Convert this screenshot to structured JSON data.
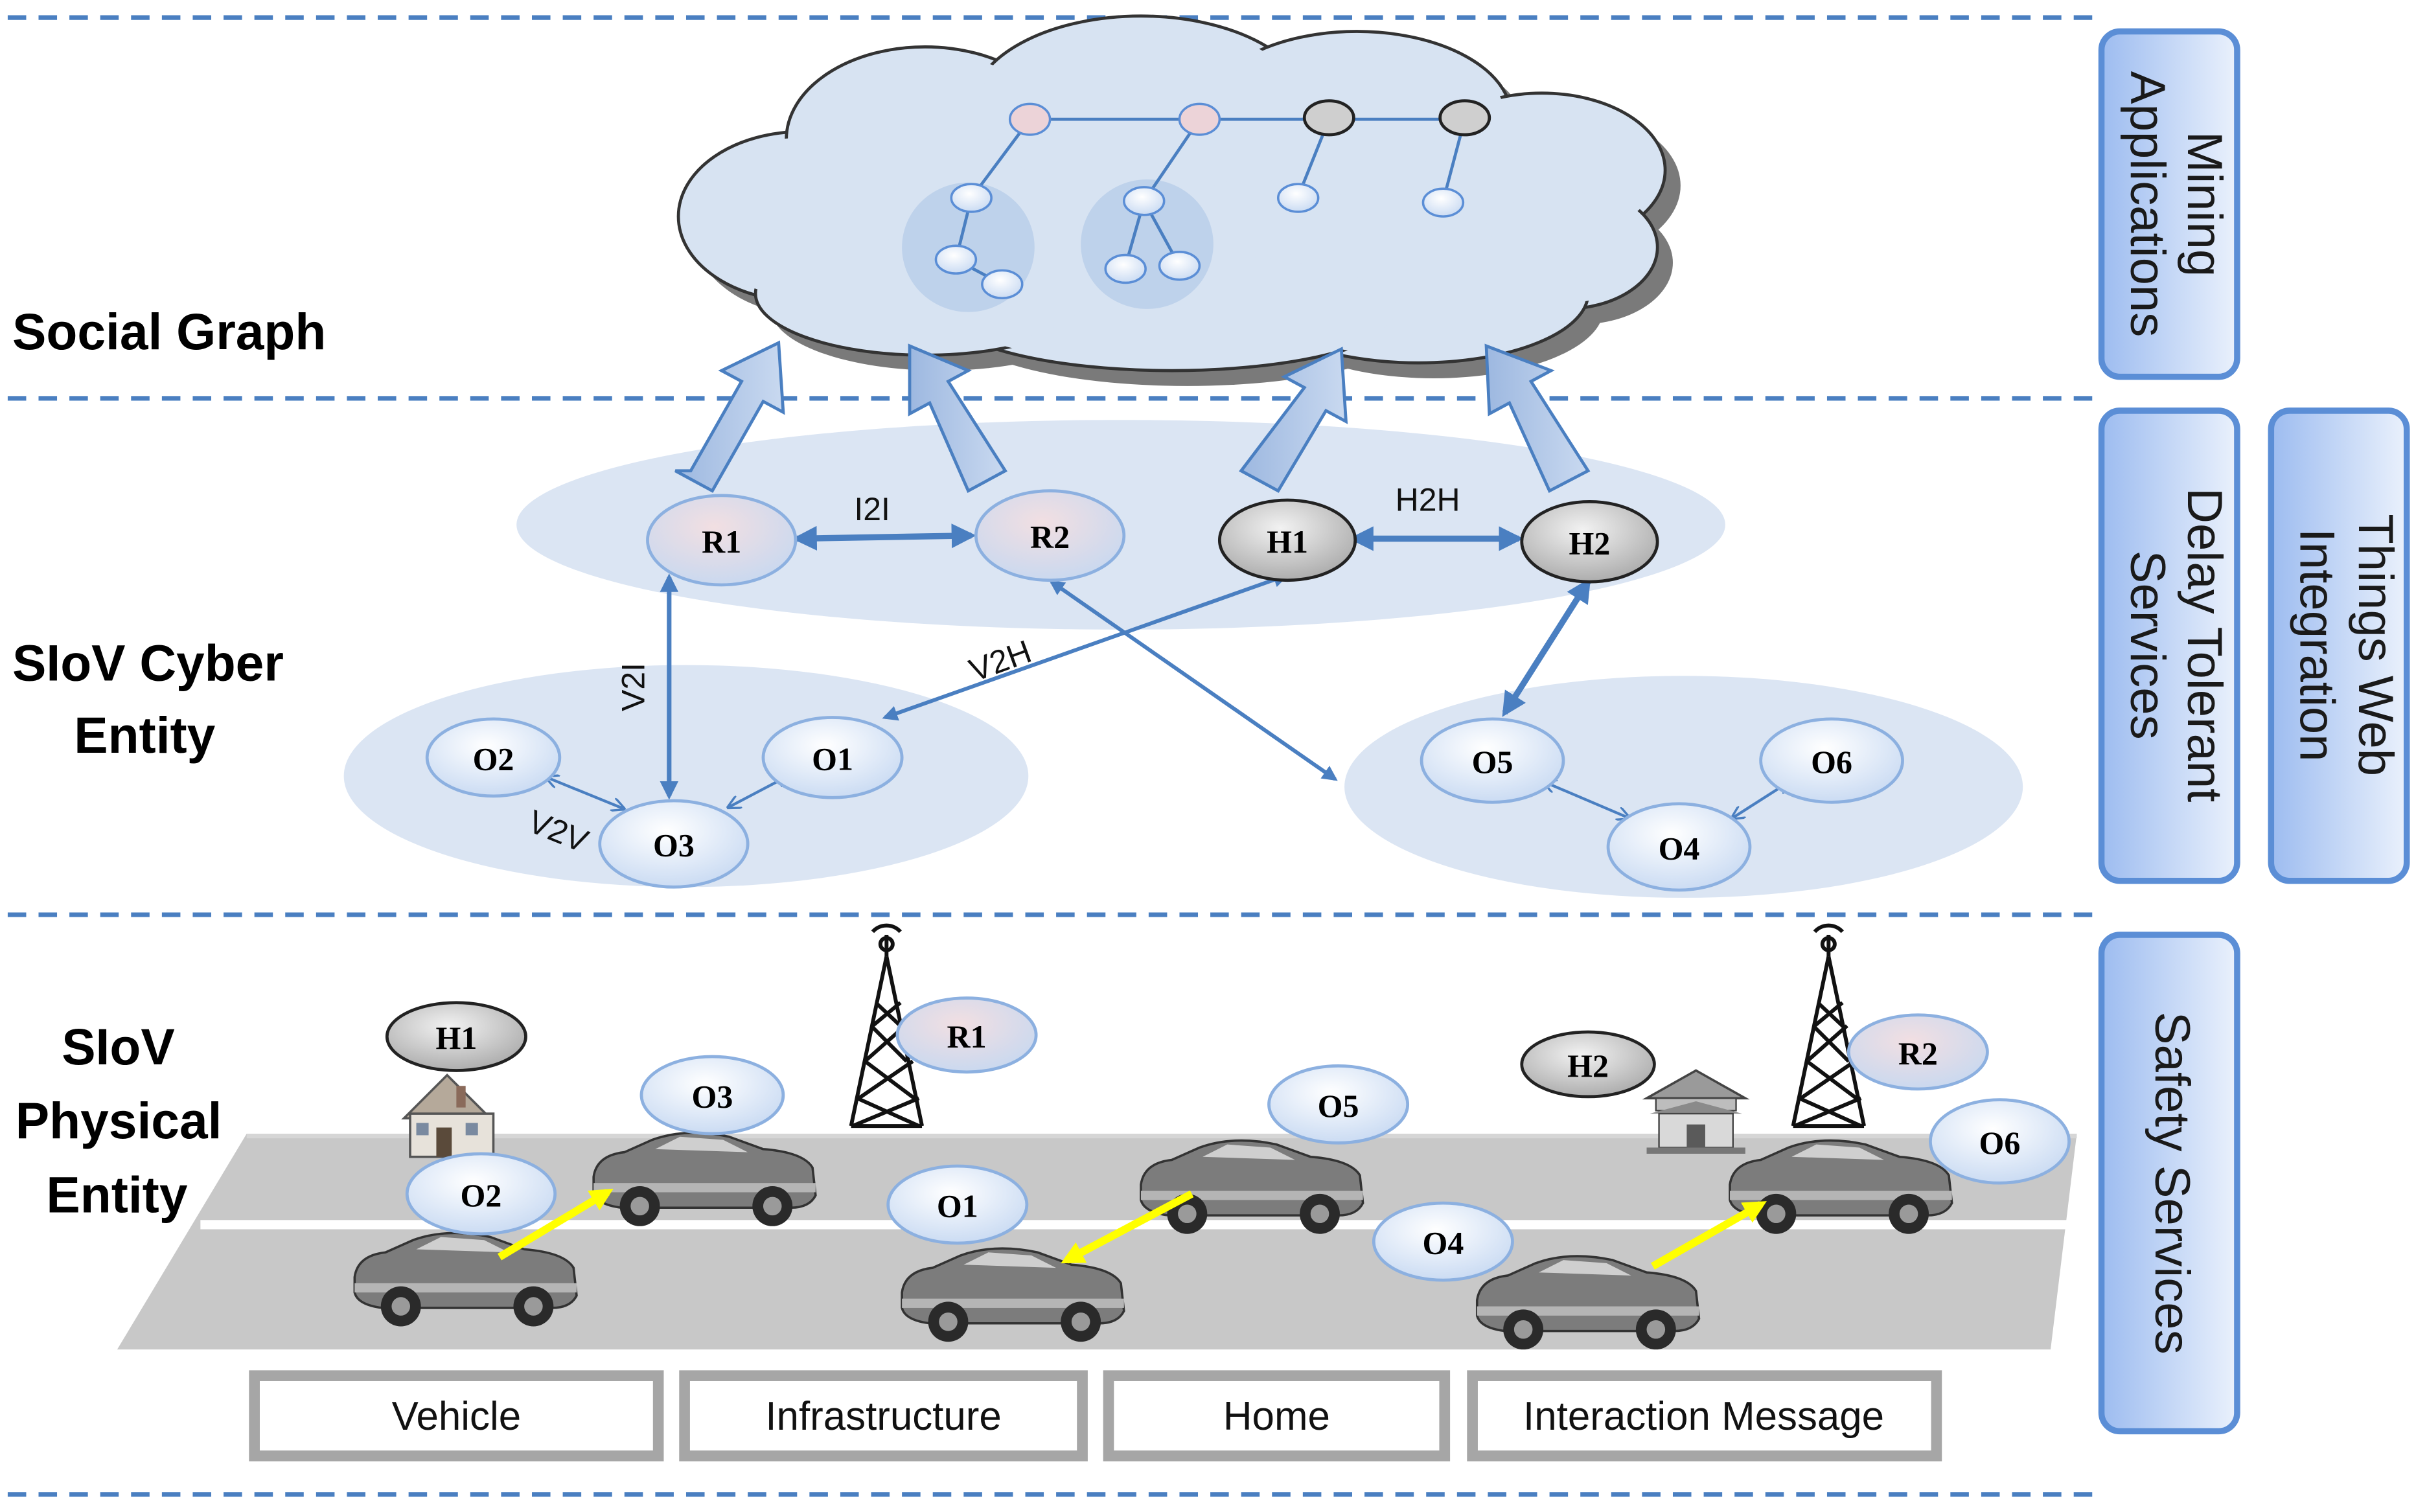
{
  "layers": {
    "social_graph": "Social Graph",
    "cyber_line1": "SIoV Cyber",
    "cyber_line2": "Entity",
    "physical_line1": "SIoV",
    "physical_line2": "Physical",
    "physical_line3": "Entity"
  },
  "side_panels": {
    "mining_line1": "Mining",
    "mining_line2": "Applications",
    "delay_line1": "Delay Tolerant",
    "delay_line2": "Services",
    "things_line1": "Things Web",
    "things_line2": "Integration",
    "safety": "Safety Services"
  },
  "cyber_nodes": {
    "r1": "R1",
    "r2": "R2",
    "h1": "H1",
    "h2": "H2",
    "o1": "O1",
    "o2": "O2",
    "o3": "O3",
    "o4": "O4",
    "o5": "O5",
    "o6": "O6"
  },
  "link_labels": {
    "i2i": "I2I",
    "h2h": "H2H",
    "v2i": "V2I",
    "v2h": "V2H",
    "v2v": "V2V"
  },
  "physical_nodes": {
    "h1": "H1",
    "h2": "H2",
    "r1": "R1",
    "r2": "R2",
    "o1": "O1",
    "o2": "O2",
    "o3": "O3",
    "o4": "O4",
    "o5": "O5",
    "o6": "O6"
  },
  "legend": {
    "vehicle": "Vehicle",
    "infrastructure": "Infrastructure",
    "home": "Home",
    "interaction": "Interaction Message"
  },
  "colors": {
    "dashed_line": "#4a7fc1",
    "arrow_blue": "#4a7fc1",
    "node_fill": "#dbe7f7",
    "node_pink": "#ecd3d8",
    "node_gray": "#d0d0d0",
    "cloud_fill": "#d7e3f2",
    "side_panel_fill": "#a9c6f0",
    "road": "#c8c8c8",
    "interaction_arrow": "#ffff00"
  },
  "icons": [
    "car-icon",
    "house-icon",
    "temple-icon",
    "tower-icon"
  ]
}
